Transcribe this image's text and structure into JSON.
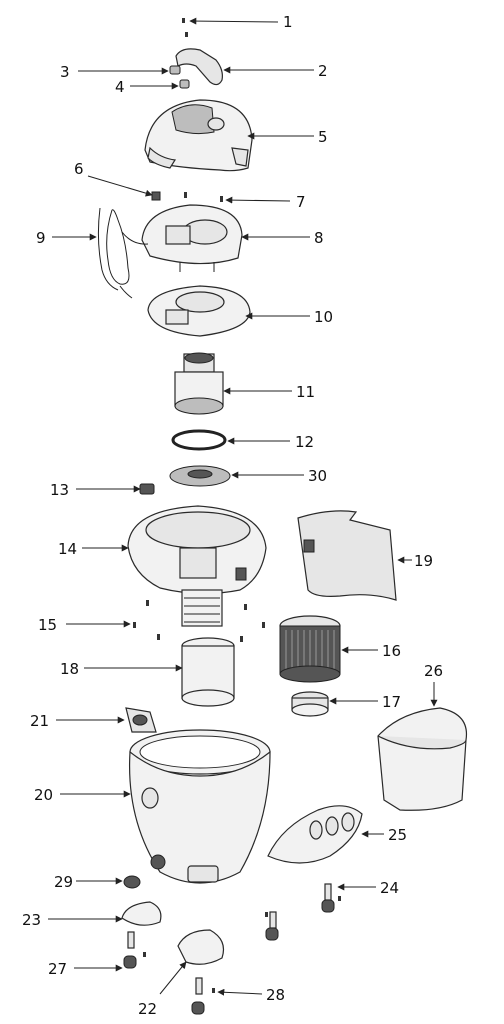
{
  "parts": [
    {
      "number": "1"
    },
    {
      "number": "2"
    },
    {
      "number": "3"
    },
    {
      "number": "4"
    },
    {
      "number": "5"
    },
    {
      "number": "6"
    },
    {
      "number": "7"
    },
    {
      "number": "8"
    },
    {
      "number": "9"
    },
    {
      "number": "10"
    },
    {
      "number": "11"
    },
    {
      "number": "12"
    },
    {
      "number": "13"
    },
    {
      "number": "14"
    },
    {
      "number": "15"
    },
    {
      "number": "16"
    },
    {
      "number": "17"
    },
    {
      "number": "18"
    },
    {
      "number": "19"
    },
    {
      "number": "20"
    },
    {
      "number": "21"
    },
    {
      "number": "22"
    },
    {
      "number": "23"
    },
    {
      "number": "24"
    },
    {
      "number": "25"
    },
    {
      "number": "26"
    },
    {
      "number": "27"
    },
    {
      "number": "28"
    },
    {
      "number": "29"
    },
    {
      "number": "30"
    }
  ]
}
